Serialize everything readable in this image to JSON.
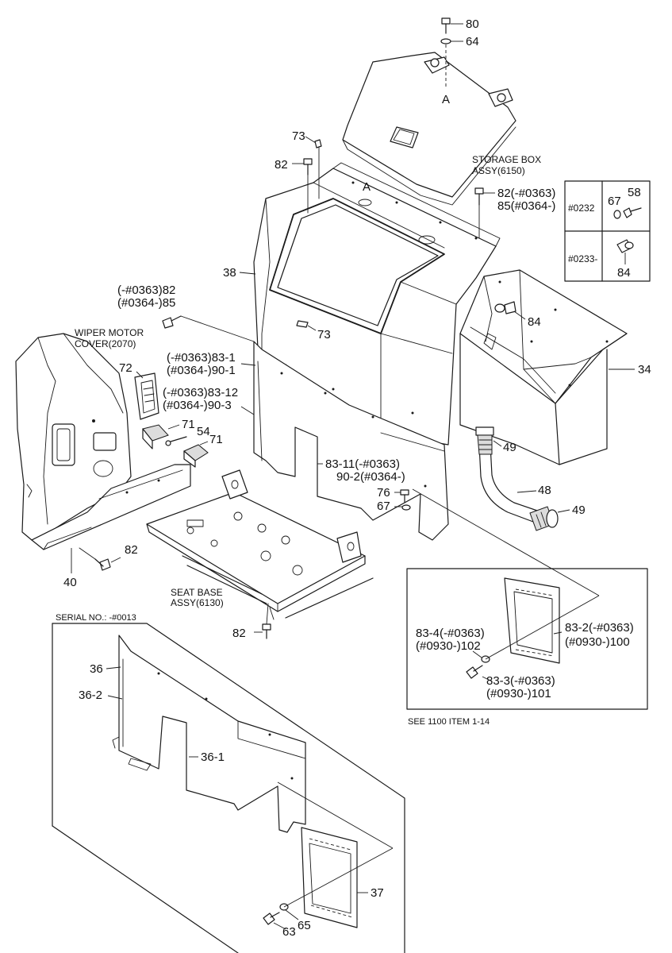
{
  "parts": {
    "p80": "80",
    "p64": "64",
    "detail_a_top": "A",
    "detail_a_bottom": "A",
    "p73_top": "73",
    "p82_top": "82",
    "storage_box_line1": "STORAGE BOX",
    "storage_box_line2": "ASSY(6150)",
    "p82_right_line1": "82(-#0363)",
    "p82_right_line2": "85(#0364-)",
    "p38": "38",
    "p82_left_line1": "(-#0363)82",
    "p82_left_line2": "(#0364-)85",
    "p73_mid": "73",
    "wiper_line1": "WIPER MOTOR",
    "wiper_line2": "COVER(2070)",
    "p83_1_line1": "(-#0363)83-1",
    "p83_1_line2": "(#0364-)90-1",
    "p72": "72",
    "p83_12_line1": "(-#0363)83-12",
    "p83_12_line2": "(#0364-)90-3",
    "p71_a": "71",
    "p54": "54",
    "p71_b": "71",
    "p84_box": "84",
    "p34": "34",
    "p49_a": "49",
    "p48": "48",
    "p49_b": "49",
    "p83_11_line1": "83-11(-#0363)",
    "p83_11_line2": "90-2(#0364-)",
    "p76": "76",
    "p67_mid": "67",
    "p82_lower": "82",
    "p40": "40",
    "seat_base_line1": "SEAT BASE",
    "seat_base_line2": "ASSY(6130)",
    "p82_bottom": "82",
    "serial_no": "SERIAL NO.: -#0013",
    "p36": "36",
    "p36_2": "36-2",
    "p36_1": "36-1",
    "p37": "37",
    "p63": "63",
    "p65": "65"
  },
  "variant_table": {
    "row1_serial": "#0232",
    "row2_serial": "#0233-",
    "p67": "67",
    "p58": "58",
    "p84": "84"
  },
  "detail_box": {
    "p83_4_line1": "83-4(-#0363)",
    "p83_4_line2": "(#0930-)102",
    "p83_2_line1": "83-2(-#0363)",
    "p83_2_line2": "(#0930-)100",
    "p83_3_line1": "83-3(-#0363)",
    "p83_3_line2": "(#0930-)101",
    "see_note": "SEE 1100 ITEM 1-14"
  }
}
